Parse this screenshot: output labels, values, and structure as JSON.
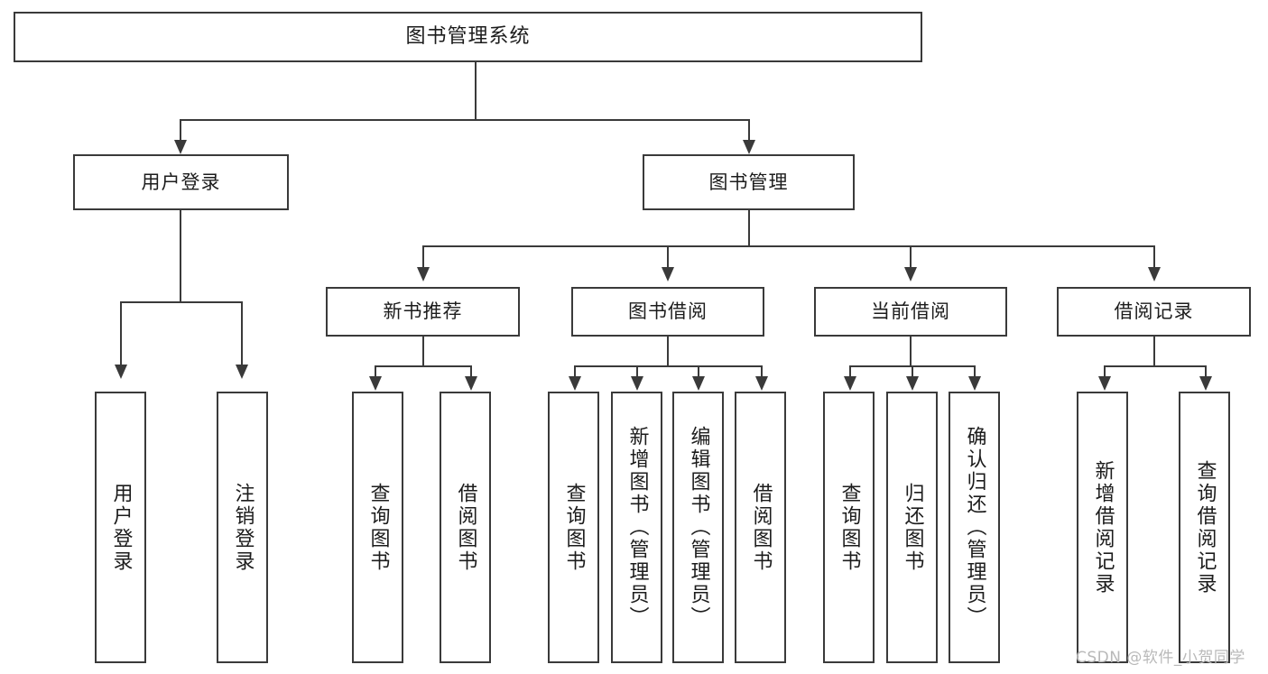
{
  "diagram": {
    "type": "tree",
    "title": "图书管理系统",
    "root": {
      "label": "图书管理系统"
    },
    "level2": [
      {
        "label": "用户登录"
      },
      {
        "label": "图书管理"
      }
    ],
    "level3": [
      {
        "label": "新书推荐"
      },
      {
        "label": "图书借阅"
      },
      {
        "label": "当前借阅"
      },
      {
        "label": "借阅记录"
      }
    ],
    "leaves": {
      "user_login": [
        {
          "label": "用户登录"
        },
        {
          "label": "注销登录"
        }
      ],
      "new_book": [
        {
          "label": "查询图书"
        },
        {
          "label": "借阅图书"
        }
      ],
      "borrow": [
        {
          "label": "查询图书"
        },
        {
          "label": "新增图书（管理员）"
        },
        {
          "label": "编辑图书（管理员）"
        },
        {
          "label": "借阅图书"
        }
      ],
      "current": [
        {
          "label": "查询图书"
        },
        {
          "label": "归还图书"
        },
        {
          "label": "确认归还（管理员）"
        }
      ],
      "records": [
        {
          "label": "新增借阅记录"
        },
        {
          "label": "查询借阅记录"
        }
      ]
    }
  },
  "watermark": {
    "text": "CSDN @软件_小贺同学"
  },
  "colors": {
    "stroke": "#3a3a3a",
    "text": "#1c1c1c",
    "background": "#ffffff",
    "watermark": "#b9b9b9"
  }
}
